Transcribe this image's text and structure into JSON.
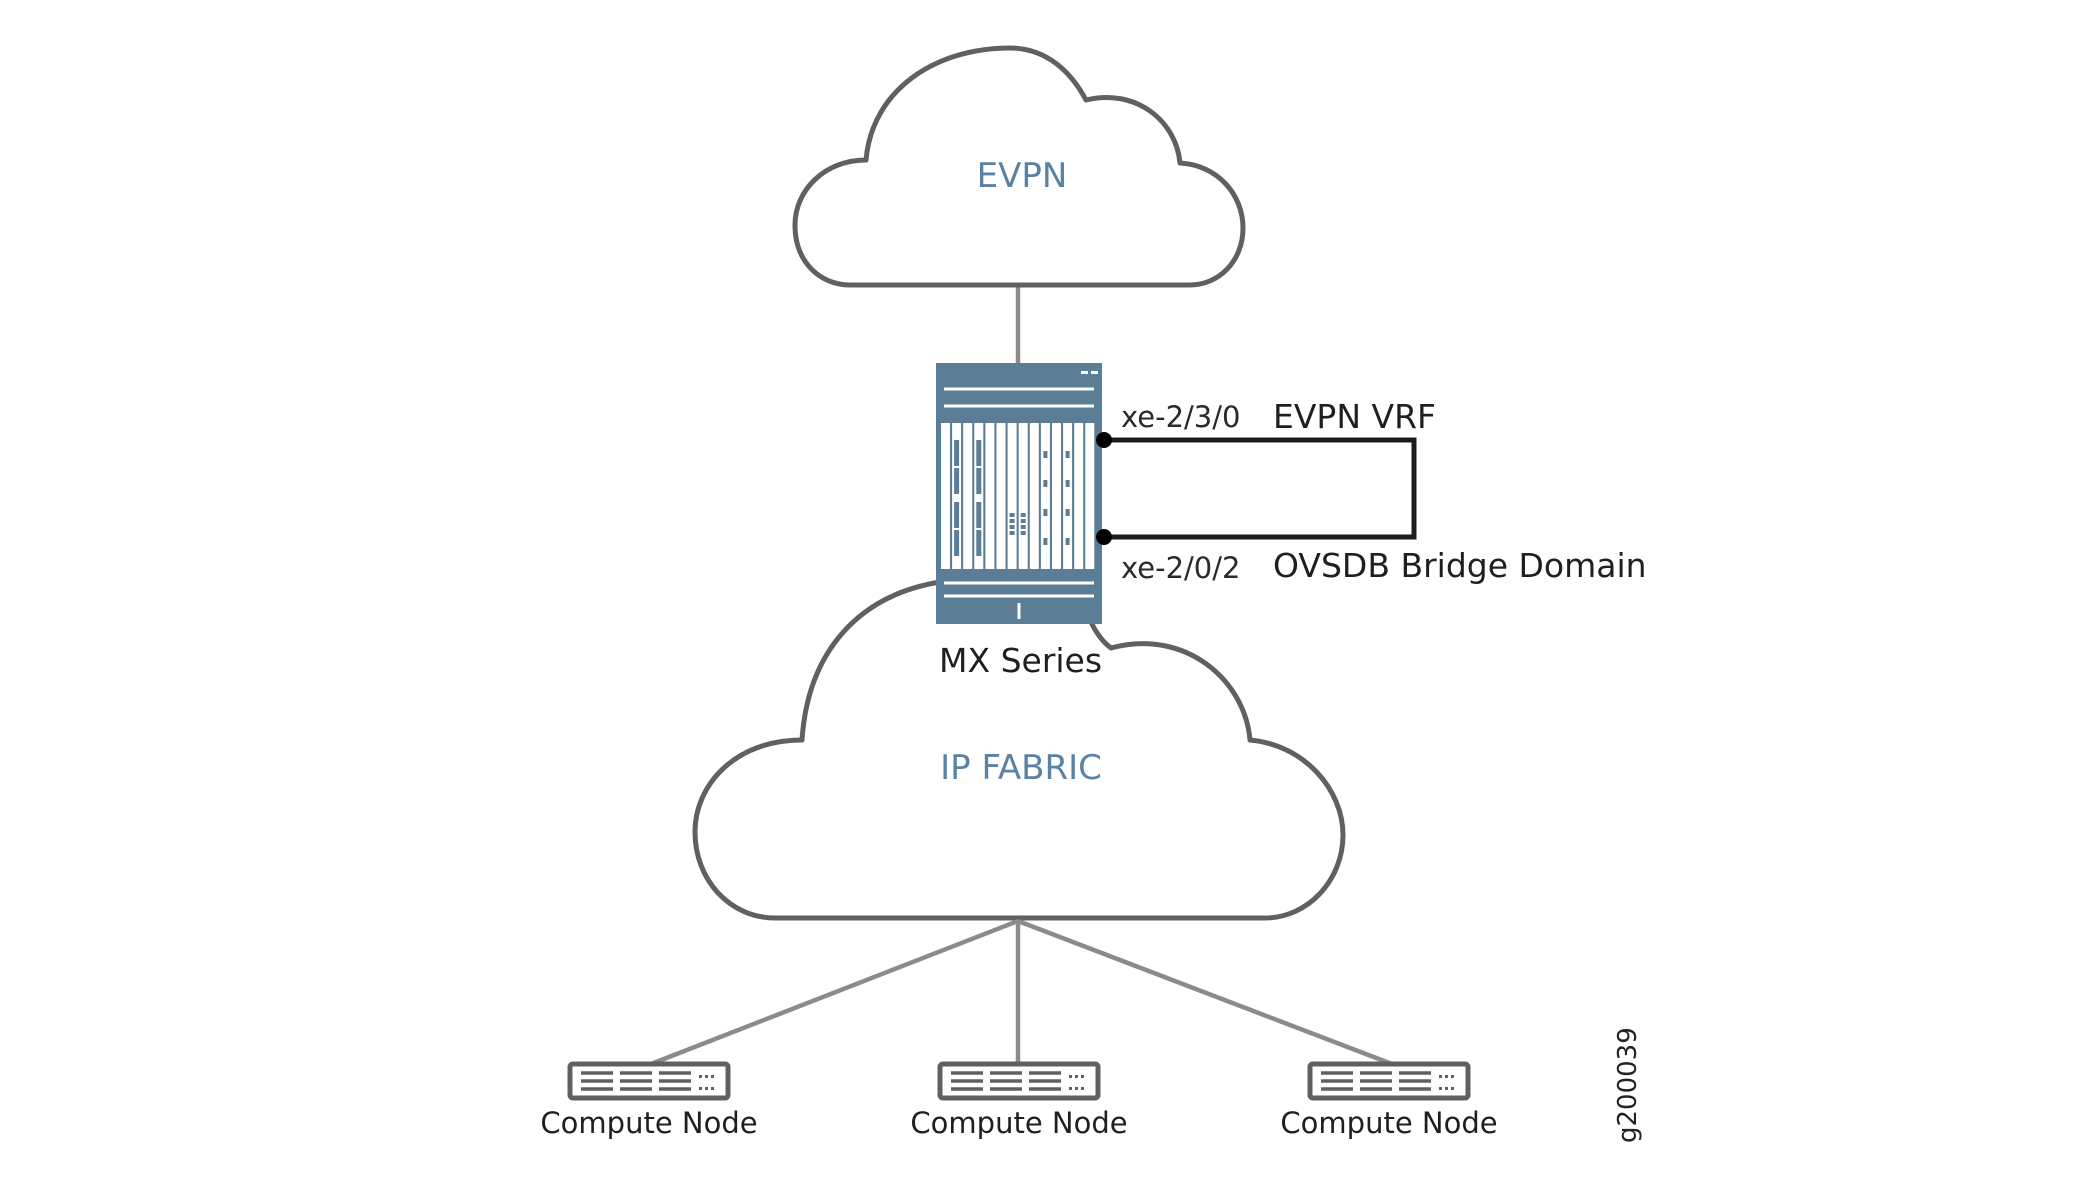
{
  "diagram": {
    "clouds": {
      "evpn": {
        "label": "EVPN"
      },
      "ip_fabric": {
        "label": "IP FABRIC"
      }
    },
    "router": {
      "label": "MX Series",
      "ports": [
        {
          "name": "xe-2/3/0",
          "role": "EVPN VRF"
        },
        {
          "name": "xe-2/0/2",
          "role": "OVSDB Bridge Domain"
        }
      ]
    },
    "compute_nodes": [
      {
        "label": "Compute Node"
      },
      {
        "label": "Compute Node"
      },
      {
        "label": "Compute Node"
      }
    ],
    "figure_id": "g200039",
    "colors": {
      "cloud_label": "#5b82a2",
      "router_body": "#5b7d96",
      "outline": "#5f6062",
      "link": "#8a8b8d"
    }
  }
}
